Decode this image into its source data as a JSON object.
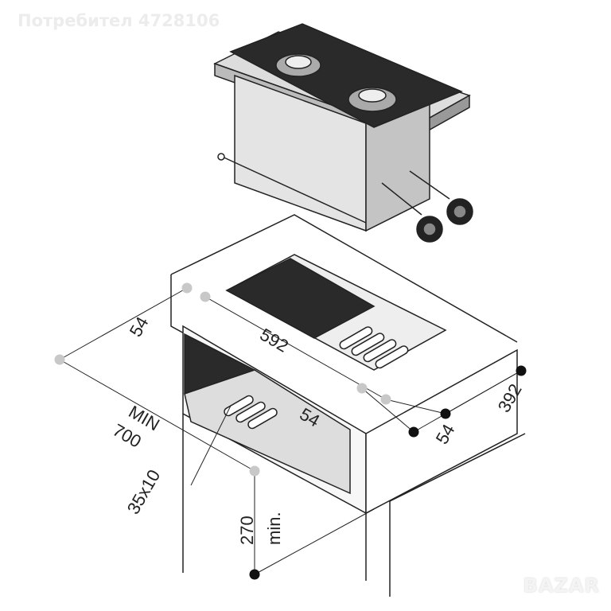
{
  "watermark": "Потребител 4728106",
  "logo": "BAZAR",
  "dimensions": {
    "left_offset": "54",
    "width": "592",
    "inner_offset": "54",
    "depth": "392",
    "front_offset": "54",
    "min_depth": "MIN\n700",
    "min_label": "MIN",
    "min_value": "700",
    "slot_size": "35x10",
    "height_value": "270",
    "height_label": "min."
  },
  "colors": {
    "line": "#222222",
    "dot_gray": "#c8c8c8",
    "dot_black": "#111111",
    "dark": "#2a2a2a"
  }
}
